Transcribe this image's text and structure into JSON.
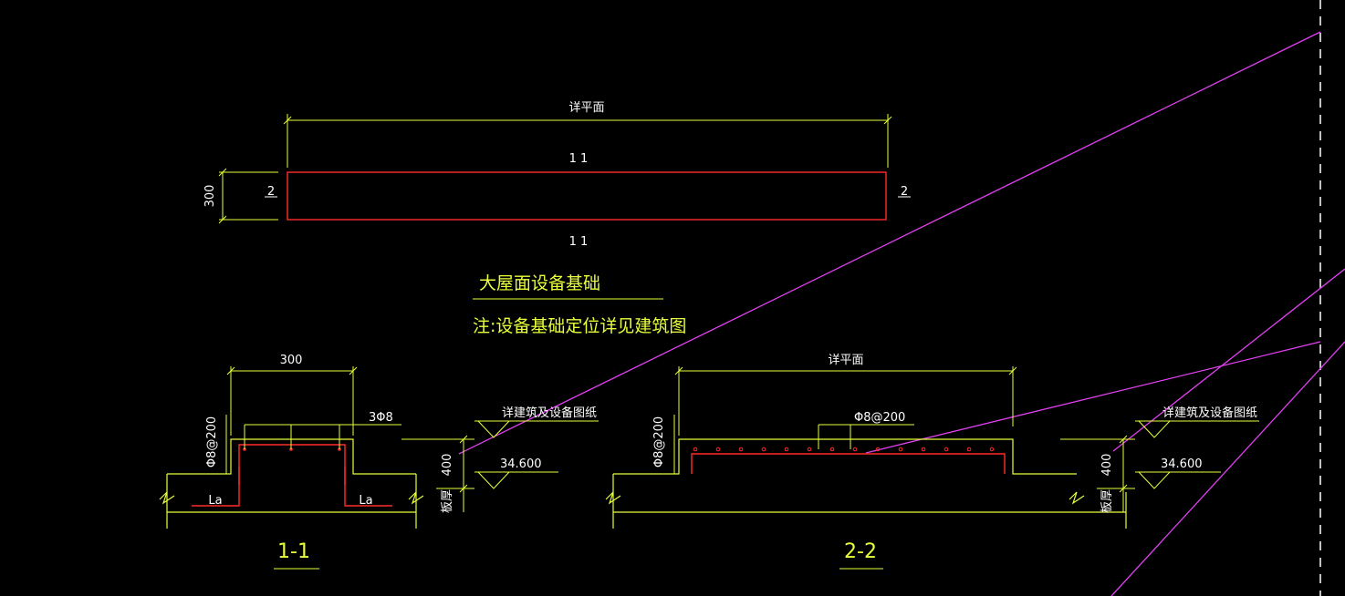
{
  "colors": {
    "background": "#000000",
    "dimension": "#e8ff3a",
    "text_white": "#ffffff",
    "text_yellow": "#e8ff3a",
    "rebar": "#ff2a2a",
    "magenta": "#e040f0",
    "boundary": "#ffffff"
  },
  "plan": {
    "dim_top": "详平面",
    "dim_left": "300",
    "cut_1_top": "1  1",
    "cut_1_bottom": "1  1",
    "cut_2_left": "2",
    "cut_2_right": "2"
  },
  "notes": {
    "title": "大屋面设备基础",
    "note": "注:设备基础定位详见建筑图"
  },
  "section_1": {
    "dim_width": "300",
    "stirrup": "Φ8@200",
    "top_bars": "3Φ8",
    "anchor_left": "La",
    "anchor_right": "La",
    "ref_note": "详建筑及设备图纸",
    "height": "400",
    "elevation": "34.600",
    "slab": "板厚",
    "label": "1-1"
  },
  "section_2": {
    "dim_width": "详平面",
    "stirrup": "Φ8@200",
    "top_bars": "Φ8@200",
    "ref_note": "详建筑及设备图纸",
    "height": "400",
    "elevation": "34.600",
    "slab": "板厚",
    "label": "2-2"
  }
}
